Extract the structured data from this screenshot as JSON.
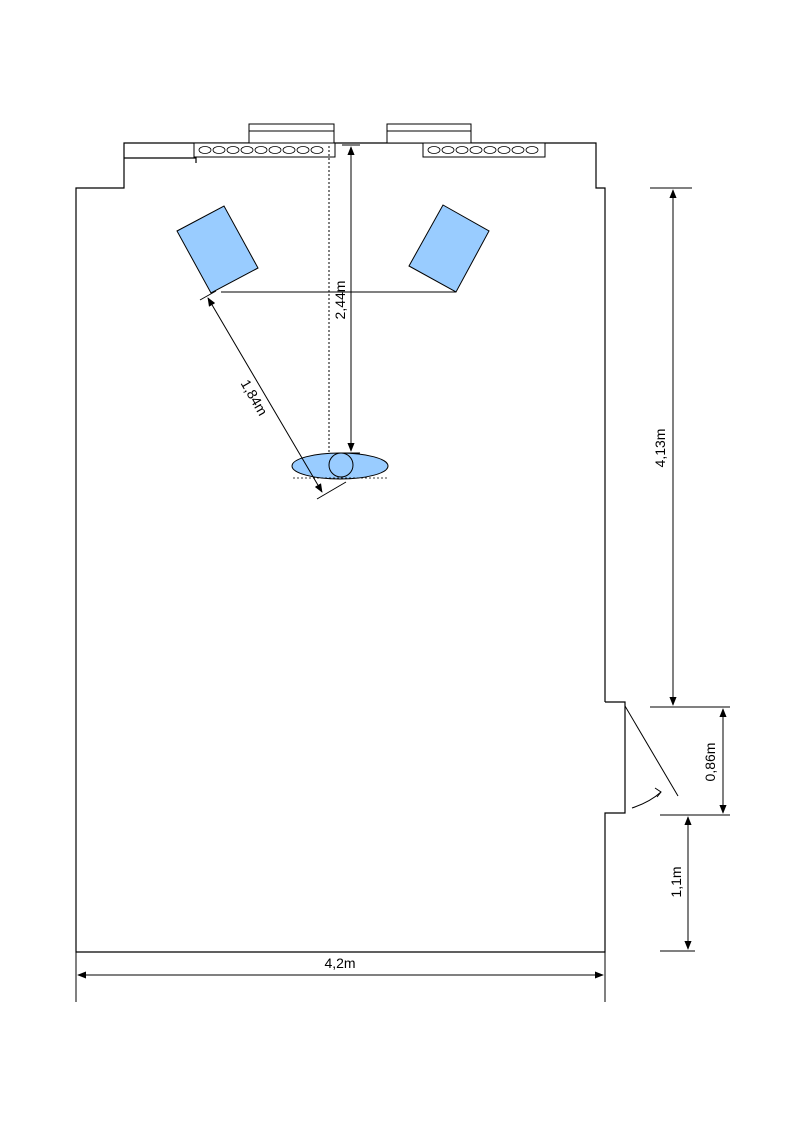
{
  "colors": {
    "line": "#000000",
    "furniture_fill": "#99ccff",
    "background": "#ffffff"
  },
  "dimensions": {
    "room_width": "4,2m",
    "wall_right_upper": "4,13m",
    "door_width": "0,86m",
    "wall_right_lower": "1,1m",
    "speaker_to_listener_depth": "2,44m",
    "speaker_to_listener_distance": "1,84m"
  },
  "icons": {
    "speaker": "speaker-icon",
    "listener": "listener-icon",
    "door": "door-icon",
    "plant_box": "plant-box-icon"
  }
}
